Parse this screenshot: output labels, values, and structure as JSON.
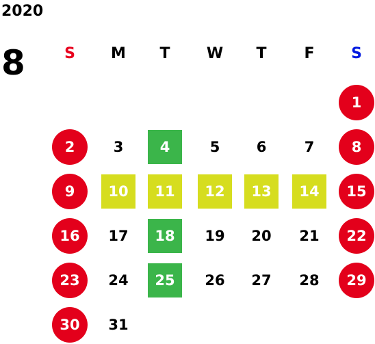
{
  "calendar": {
    "year": "2020",
    "month": "8",
    "weekdays": [
      "S",
      "M",
      "T",
      "W",
      "T",
      "F",
      "S"
    ],
    "weekday_colors": [
      "#e8001d",
      "#000000",
      "#000000",
      "#000000",
      "#000000",
      "#000000",
      "#0019e0"
    ],
    "colors": {
      "holiday_circle": "#e3001b",
      "highlight_green": "#3bb54a",
      "highlight_yellow": "#d6dd1f",
      "plain_text": "#000000"
    },
    "days": [
      {
        "label": "1",
        "col": 6,
        "row": 0,
        "style": "circle"
      },
      {
        "label": "2",
        "col": 0,
        "row": 1,
        "style": "circle"
      },
      {
        "label": "3",
        "col": 1,
        "row": 1,
        "style": "plain"
      },
      {
        "label": "4",
        "col": 2,
        "row": 1,
        "style": "green"
      },
      {
        "label": "5",
        "col": 3,
        "row": 1,
        "style": "plain"
      },
      {
        "label": "6",
        "col": 4,
        "row": 1,
        "style": "plain"
      },
      {
        "label": "7",
        "col": 5,
        "row": 1,
        "style": "plain"
      },
      {
        "label": "8",
        "col": 6,
        "row": 1,
        "style": "circle"
      },
      {
        "label": "9",
        "col": 0,
        "row": 2,
        "style": "circle"
      },
      {
        "label": "10",
        "col": 1,
        "row": 2,
        "style": "yellow"
      },
      {
        "label": "11",
        "col": 2,
        "row": 2,
        "style": "yellow"
      },
      {
        "label": "12",
        "col": 3,
        "row": 2,
        "style": "yellow"
      },
      {
        "label": "13",
        "col": 4,
        "row": 2,
        "style": "yellow"
      },
      {
        "label": "14",
        "col": 5,
        "row": 2,
        "style": "yellow"
      },
      {
        "label": "15",
        "col": 6,
        "row": 2,
        "style": "circle"
      },
      {
        "label": "16",
        "col": 0,
        "row": 3,
        "style": "circle"
      },
      {
        "label": "17",
        "col": 1,
        "row": 3,
        "style": "plain"
      },
      {
        "label": "18",
        "col": 2,
        "row": 3,
        "style": "green"
      },
      {
        "label": "19",
        "col": 3,
        "row": 3,
        "style": "plain"
      },
      {
        "label": "20",
        "col": 4,
        "row": 3,
        "style": "plain"
      },
      {
        "label": "21",
        "col": 5,
        "row": 3,
        "style": "plain"
      },
      {
        "label": "22",
        "col": 6,
        "row": 3,
        "style": "circle"
      },
      {
        "label": "23",
        "col": 0,
        "row": 4,
        "style": "circle"
      },
      {
        "label": "24",
        "col": 1,
        "row": 4,
        "style": "plain"
      },
      {
        "label": "25",
        "col": 2,
        "row": 4,
        "style": "green"
      },
      {
        "label": "26",
        "col": 3,
        "row": 4,
        "style": "plain"
      },
      {
        "label": "27",
        "col": 4,
        "row": 4,
        "style": "plain"
      },
      {
        "label": "28",
        "col": 5,
        "row": 4,
        "style": "plain"
      },
      {
        "label": "29",
        "col": 6,
        "row": 4,
        "style": "circle"
      },
      {
        "label": "30",
        "col": 0,
        "row": 5,
        "style": "circle"
      },
      {
        "label": "31",
        "col": 1,
        "row": 5,
        "style": "plain"
      }
    ]
  }
}
